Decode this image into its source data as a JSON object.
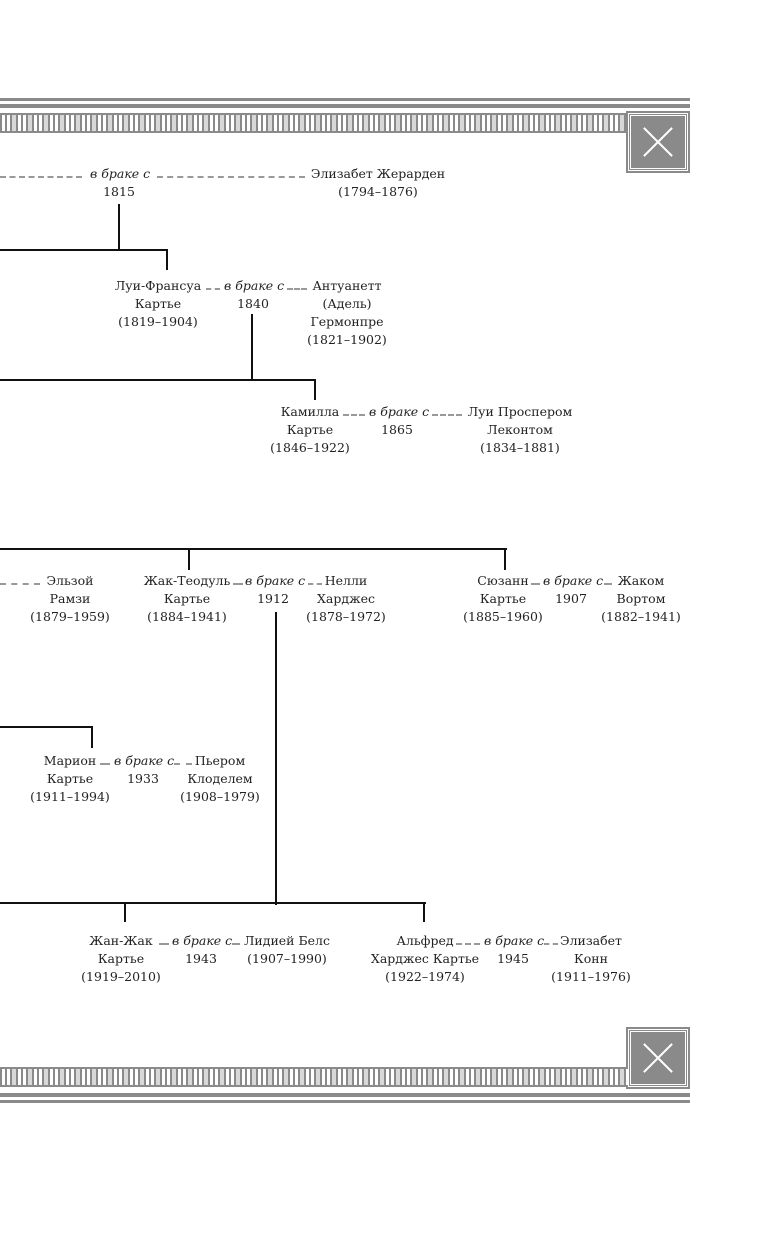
{
  "marriage_label": "в браке с",
  "row1": {
    "year": "1815",
    "spouse": [
      "Элизабет Жерарден",
      "(1794–1876)"
    ]
  },
  "row2": {
    "person": [
      "Луи-Франсуа",
      "Картье",
      "(1819–1904)"
    ],
    "year": "1840",
    "spouse": [
      "Антуанетт",
      "(Адель)",
      "Гермонпре",
      "(1821–1902)"
    ]
  },
  "row3": {
    "person": [
      "Камилла",
      "Картье",
      "(1846–1922)"
    ],
    "year": "1865",
    "spouse": [
      "Луи Проспером",
      "Леконтом",
      "(1834–1881)"
    ]
  },
  "row4": {
    "elsa": [
      "Эльзой",
      "Рамзи",
      "(1879–1959)"
    ],
    "jacques": {
      "person": [
        "Жак-Теодуль",
        "Картье",
        "(1884–1941)"
      ],
      "year": "1912",
      "spouse": [
        "Нелли",
        "Харджес",
        "(1878–1972)"
      ]
    },
    "suzanne": {
      "person": [
        "Сюзанн",
        "Картье",
        "(1885–1960)"
      ],
      "year": "1907",
      "spouse": [
        "Жаком",
        "Вортом",
        "(1882–1941)"
      ]
    }
  },
  "row5": {
    "person": [
      "Марион",
      "Картье",
      "(1911–1994)"
    ],
    "year": "1933",
    "spouse": [
      "Пьером",
      "Клоделем",
      "(1908–1979)"
    ]
  },
  "row6": {
    "jeanjacques": {
      "person": [
        "Жан-Жак",
        "Картье",
        "(1919–2010)"
      ],
      "year": "1943",
      "spouse": [
        "Лидией Белс",
        "(1907–1990)"
      ]
    },
    "alfred": {
      "person": [
        "Альфред",
        "Харджес Картье",
        "(1922–1974)"
      ],
      "year": "1945",
      "spouse": [
        "Элизабет",
        "Конн",
        "(1911–1976)"
      ]
    }
  }
}
